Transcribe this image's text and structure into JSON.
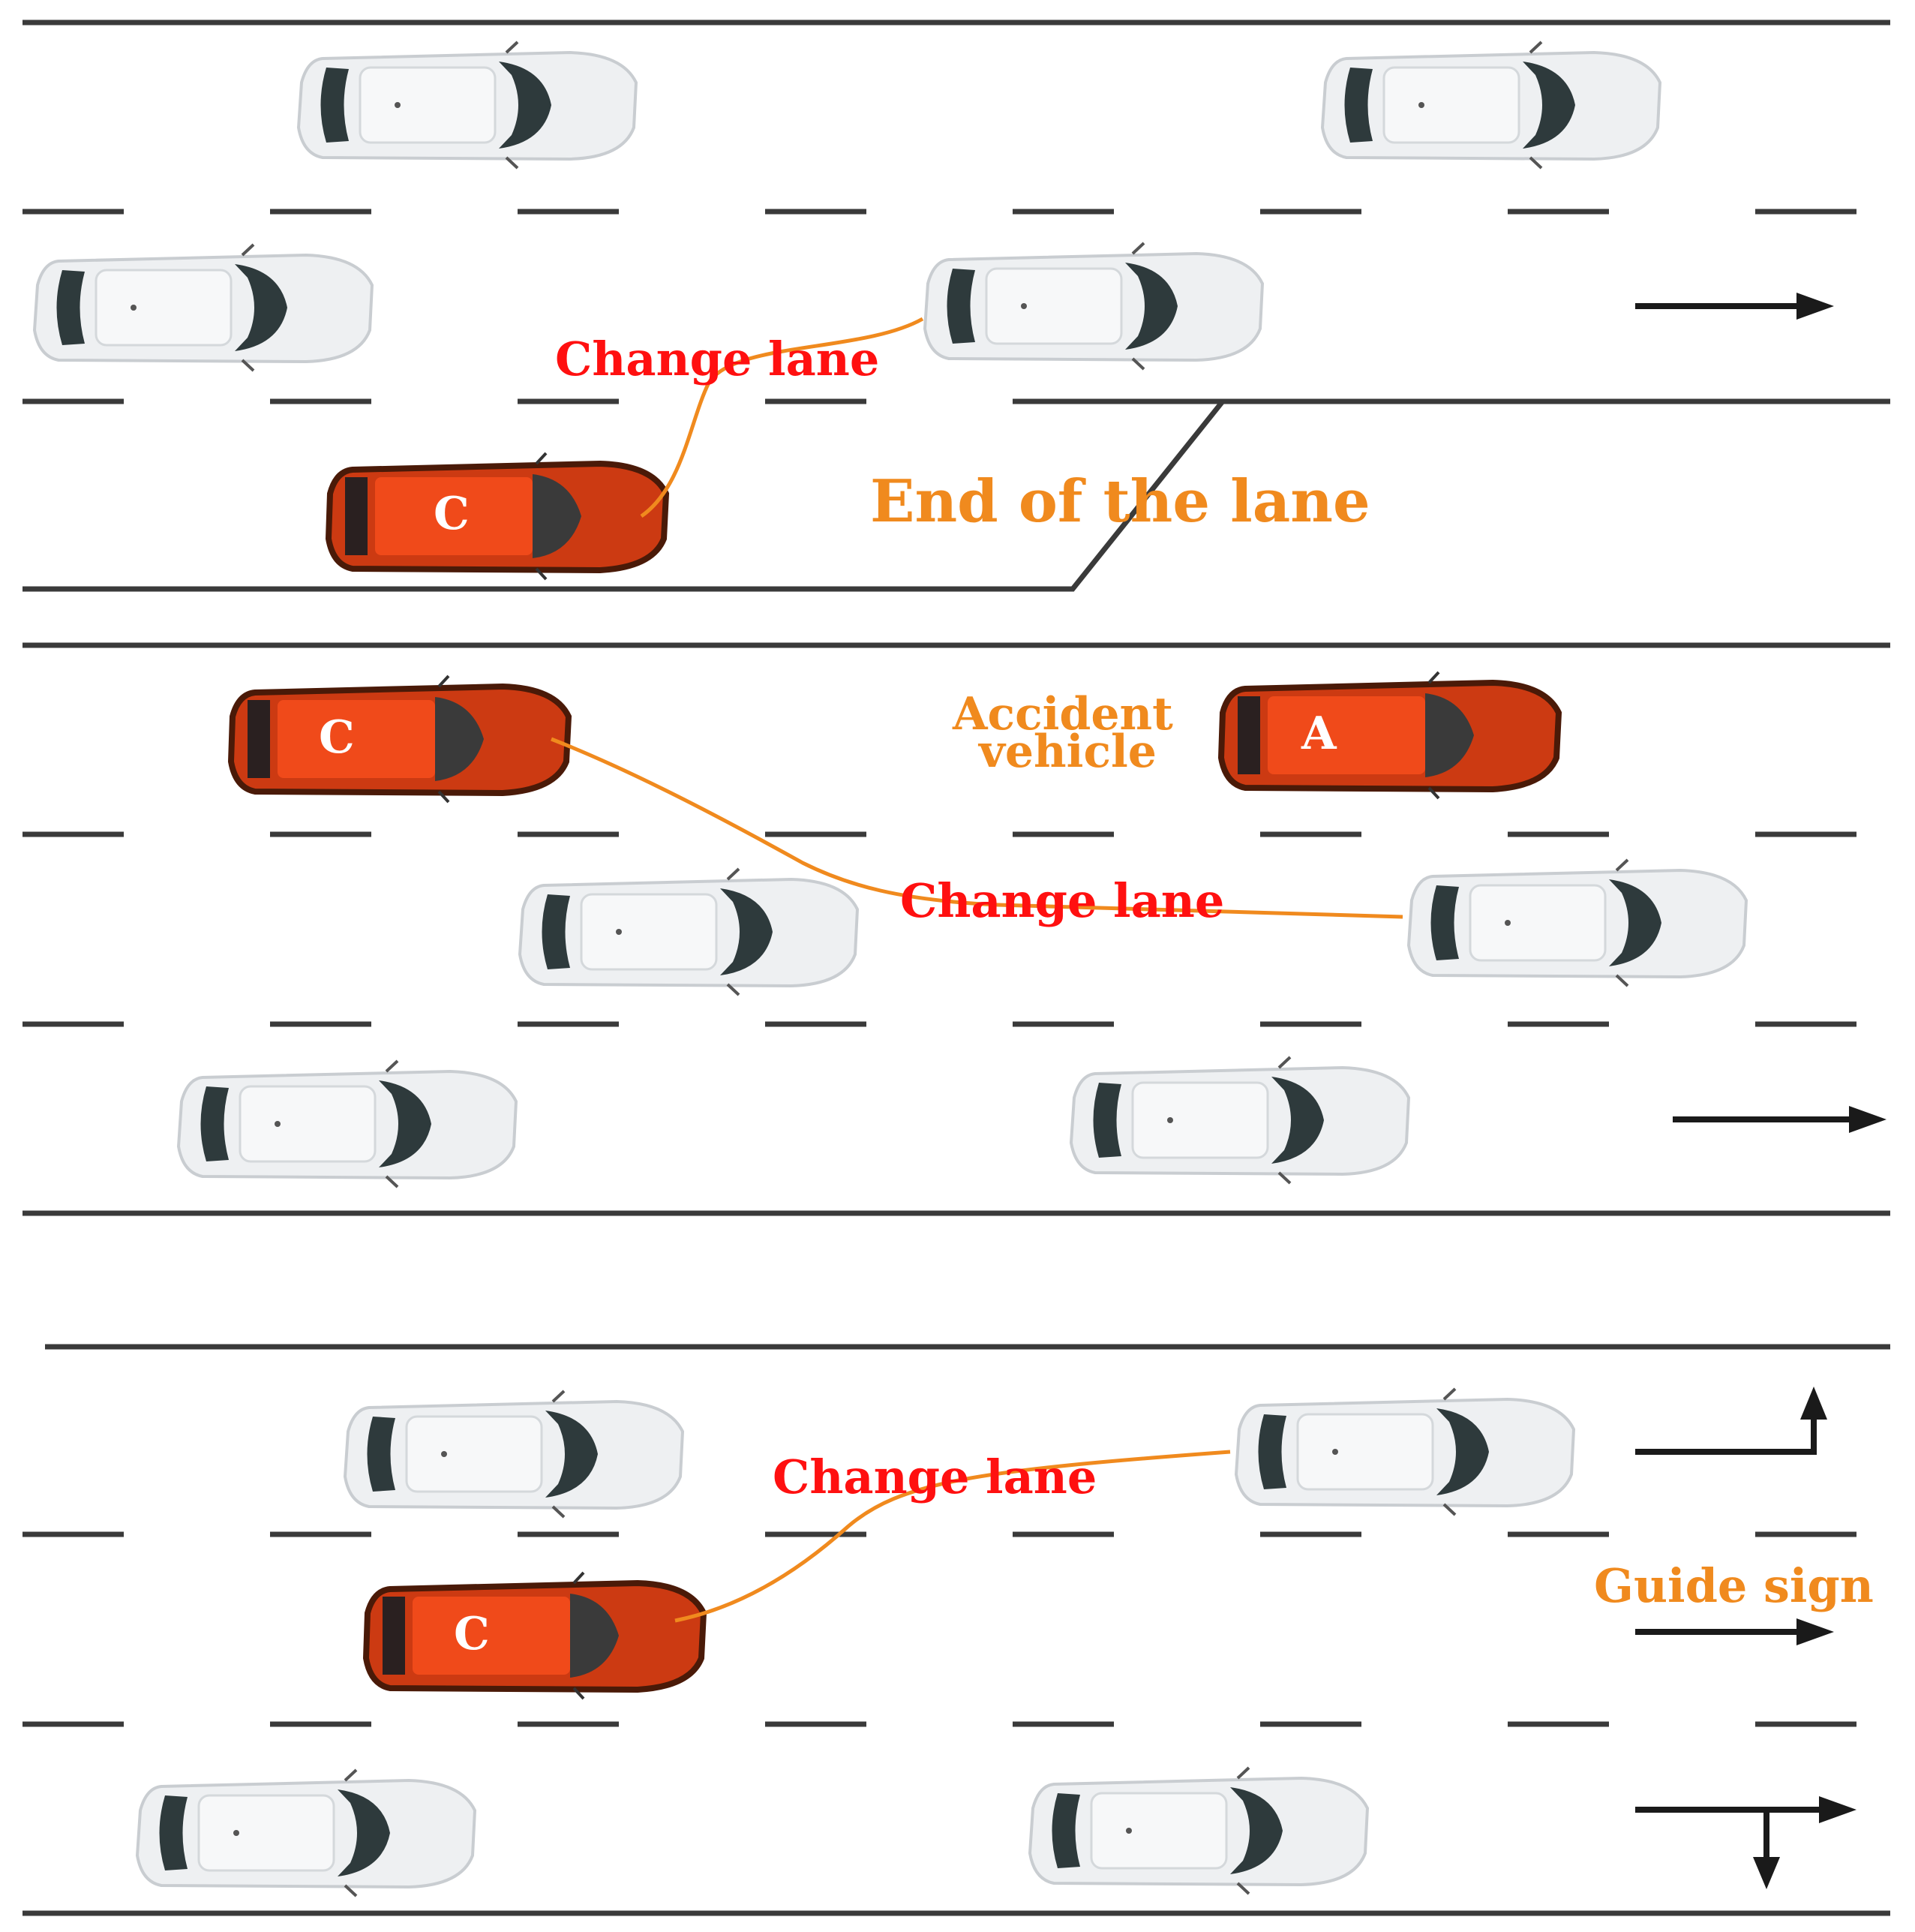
{
  "labels": {
    "change_lane": "Change lane",
    "end_of_lane": "End of the lane",
    "accident_line1": "Accident",
    "accident_line2": "vehicle",
    "guide_sign": "Guide sign",
    "car_c": "C",
    "car_a": "A"
  },
  "colors": {
    "road_line": "#3a3a3a",
    "red_car": "#cc3a12",
    "red_car_highlight": "#f04a1a",
    "white_car": "#eef0f2",
    "window": "#2e3a3c",
    "change_lane_text": "#ff1010",
    "orange_text": "#f08a1e",
    "path": "#f08a1e",
    "arrow": "#1a1a1a"
  },
  "icons": [
    "arrow-right-icon",
    "arrow-right-then-up-icon",
    "arrow-right-branch-down-icon"
  ]
}
